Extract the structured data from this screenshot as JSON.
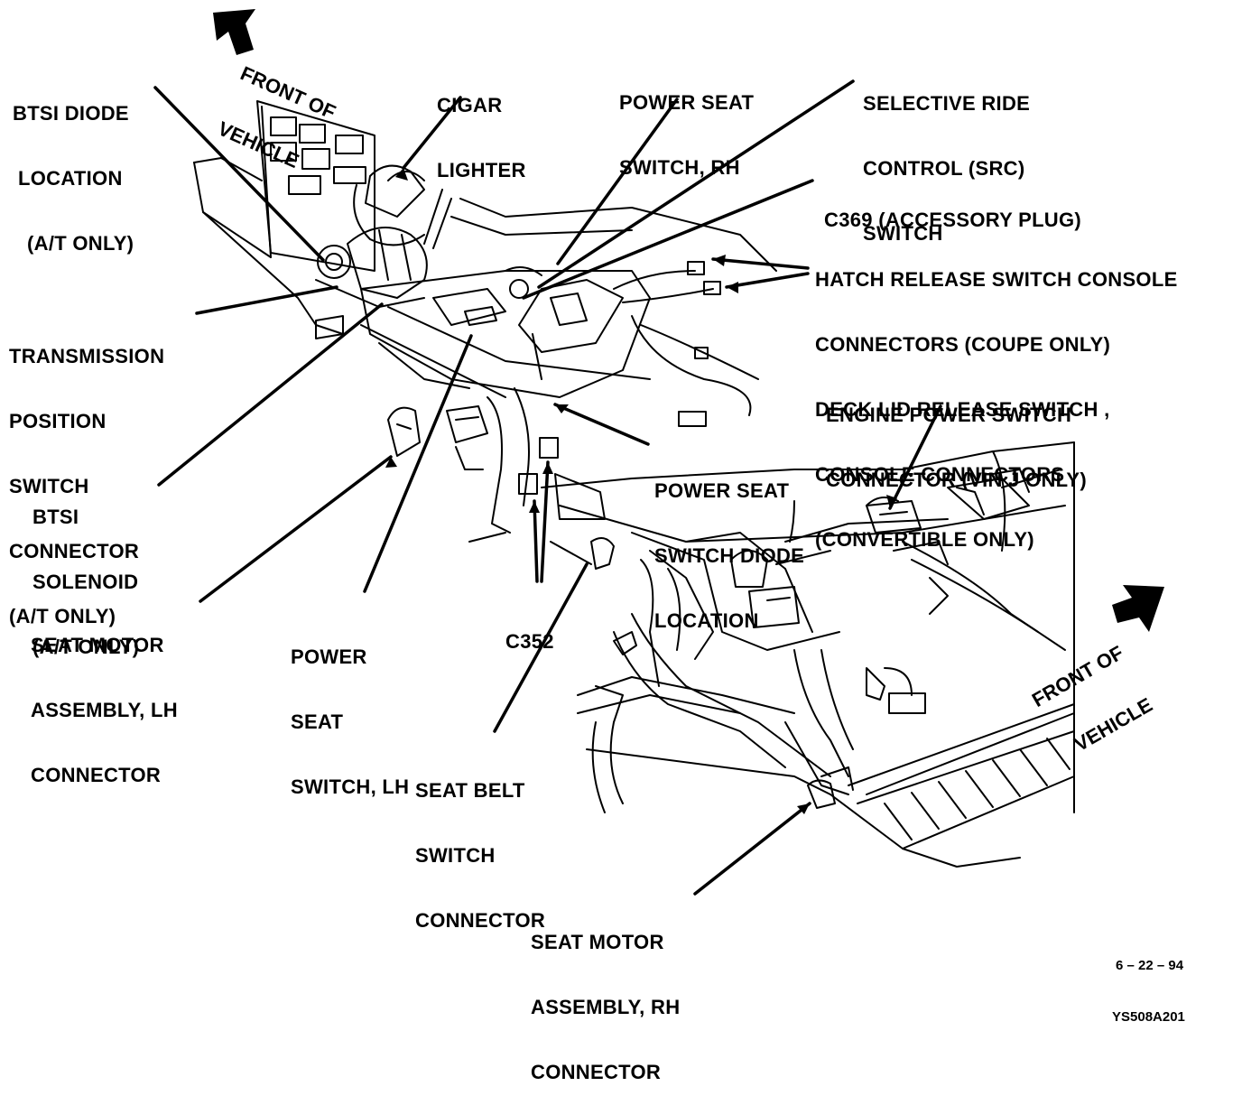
{
  "labels": {
    "btsi_diode": [
      "BTSI DIODE",
      "LOCATION",
      "(A/T ONLY)"
    ],
    "front_top": [
      "FRONT OF",
      "VEHICLE"
    ],
    "cigar": [
      "CIGAR",
      "LIGHTER"
    ],
    "power_seat_rh": [
      "POWER SEAT",
      "SWITCH, RH"
    ],
    "src": [
      "SELECTIVE RIDE",
      "CONTROL (SRC)",
      "SWITCH"
    ],
    "c369": [
      "C369 (ACCESSORY PLUG)"
    ],
    "hatch": [
      "HATCH RELEASE SWITCH CONSOLE",
      "CONNECTORS (COUPE ONLY)",
      "DECK LID RELEASE SWITCH ,",
      "CONSOLE CONNECTORS",
      "(CONVERTIBLE ONLY)"
    ],
    "transmission": [
      "TRANSMISSION",
      "POSITION",
      "SWITCH",
      "CONNECTOR",
      "(A/T ONLY)"
    ],
    "engine_power": [
      "ENGINE POWER SWITCH",
      "CONNECTOR (VIN J ONLY)"
    ],
    "ps_diode": [
      "POWER SEAT",
      "SWITCH DIODE",
      "LOCATION"
    ],
    "btsi_solenoid": [
      "BTSI",
      "SOLENOID",
      "(A/T ONLY)"
    ],
    "seat_motor_lh": [
      "SEAT MOTOR",
      "ASSEMBLY, LH",
      "CONNECTOR"
    ],
    "power_seat_lh": [
      "POWER",
      "SEAT",
      "SWITCH, LH"
    ],
    "c352": [
      "C352"
    ],
    "front_bottom": [
      "FRONT OF",
      "VEHICLE"
    ],
    "seat_belt": [
      "SEAT BELT",
      "SWITCH",
      "CONNECTOR"
    ],
    "seat_motor_rh": [
      "SEAT MOTOR",
      "ASSEMBLY, RH",
      "CONNECTOR"
    ]
  },
  "stamp": [
    "6 – 22 – 94",
    "YS508A201"
  ]
}
